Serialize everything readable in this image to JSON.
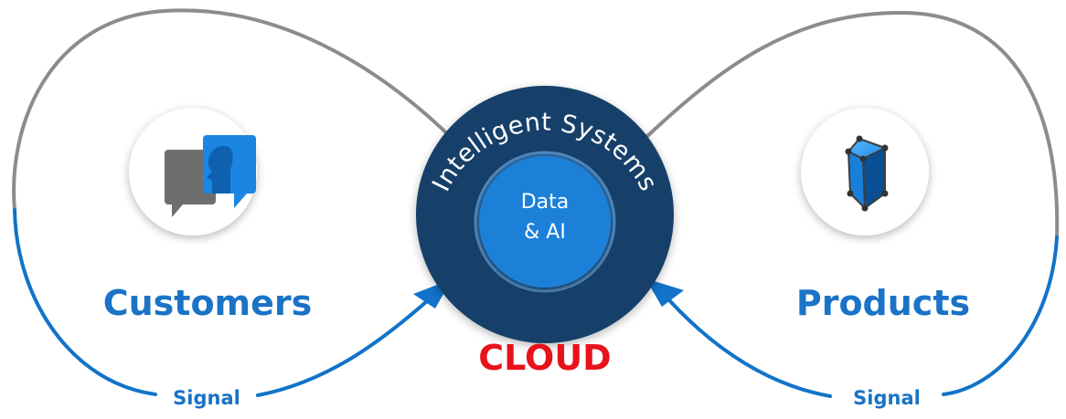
{
  "diagram": {
    "center": {
      "ring_label": "Intelligent Systems",
      "core_line1": "Data",
      "core_line2": "& AI",
      "footer_label": "CLOUD"
    },
    "left": {
      "label": "Customers",
      "icon": "chat-bubbles-icon",
      "signal_label": "Signal"
    },
    "right": {
      "label": "Products",
      "icon": "cube-icon",
      "signal_label": "Signal"
    },
    "colors": {
      "gray_loop": "#8c8c8c",
      "blue_loop": "#1173c9",
      "blue_text": "#1a73c6",
      "cloud_dark": "#133f6b",
      "cloud_core": "#1b80d8",
      "cloud_red": "#e8121b"
    }
  }
}
